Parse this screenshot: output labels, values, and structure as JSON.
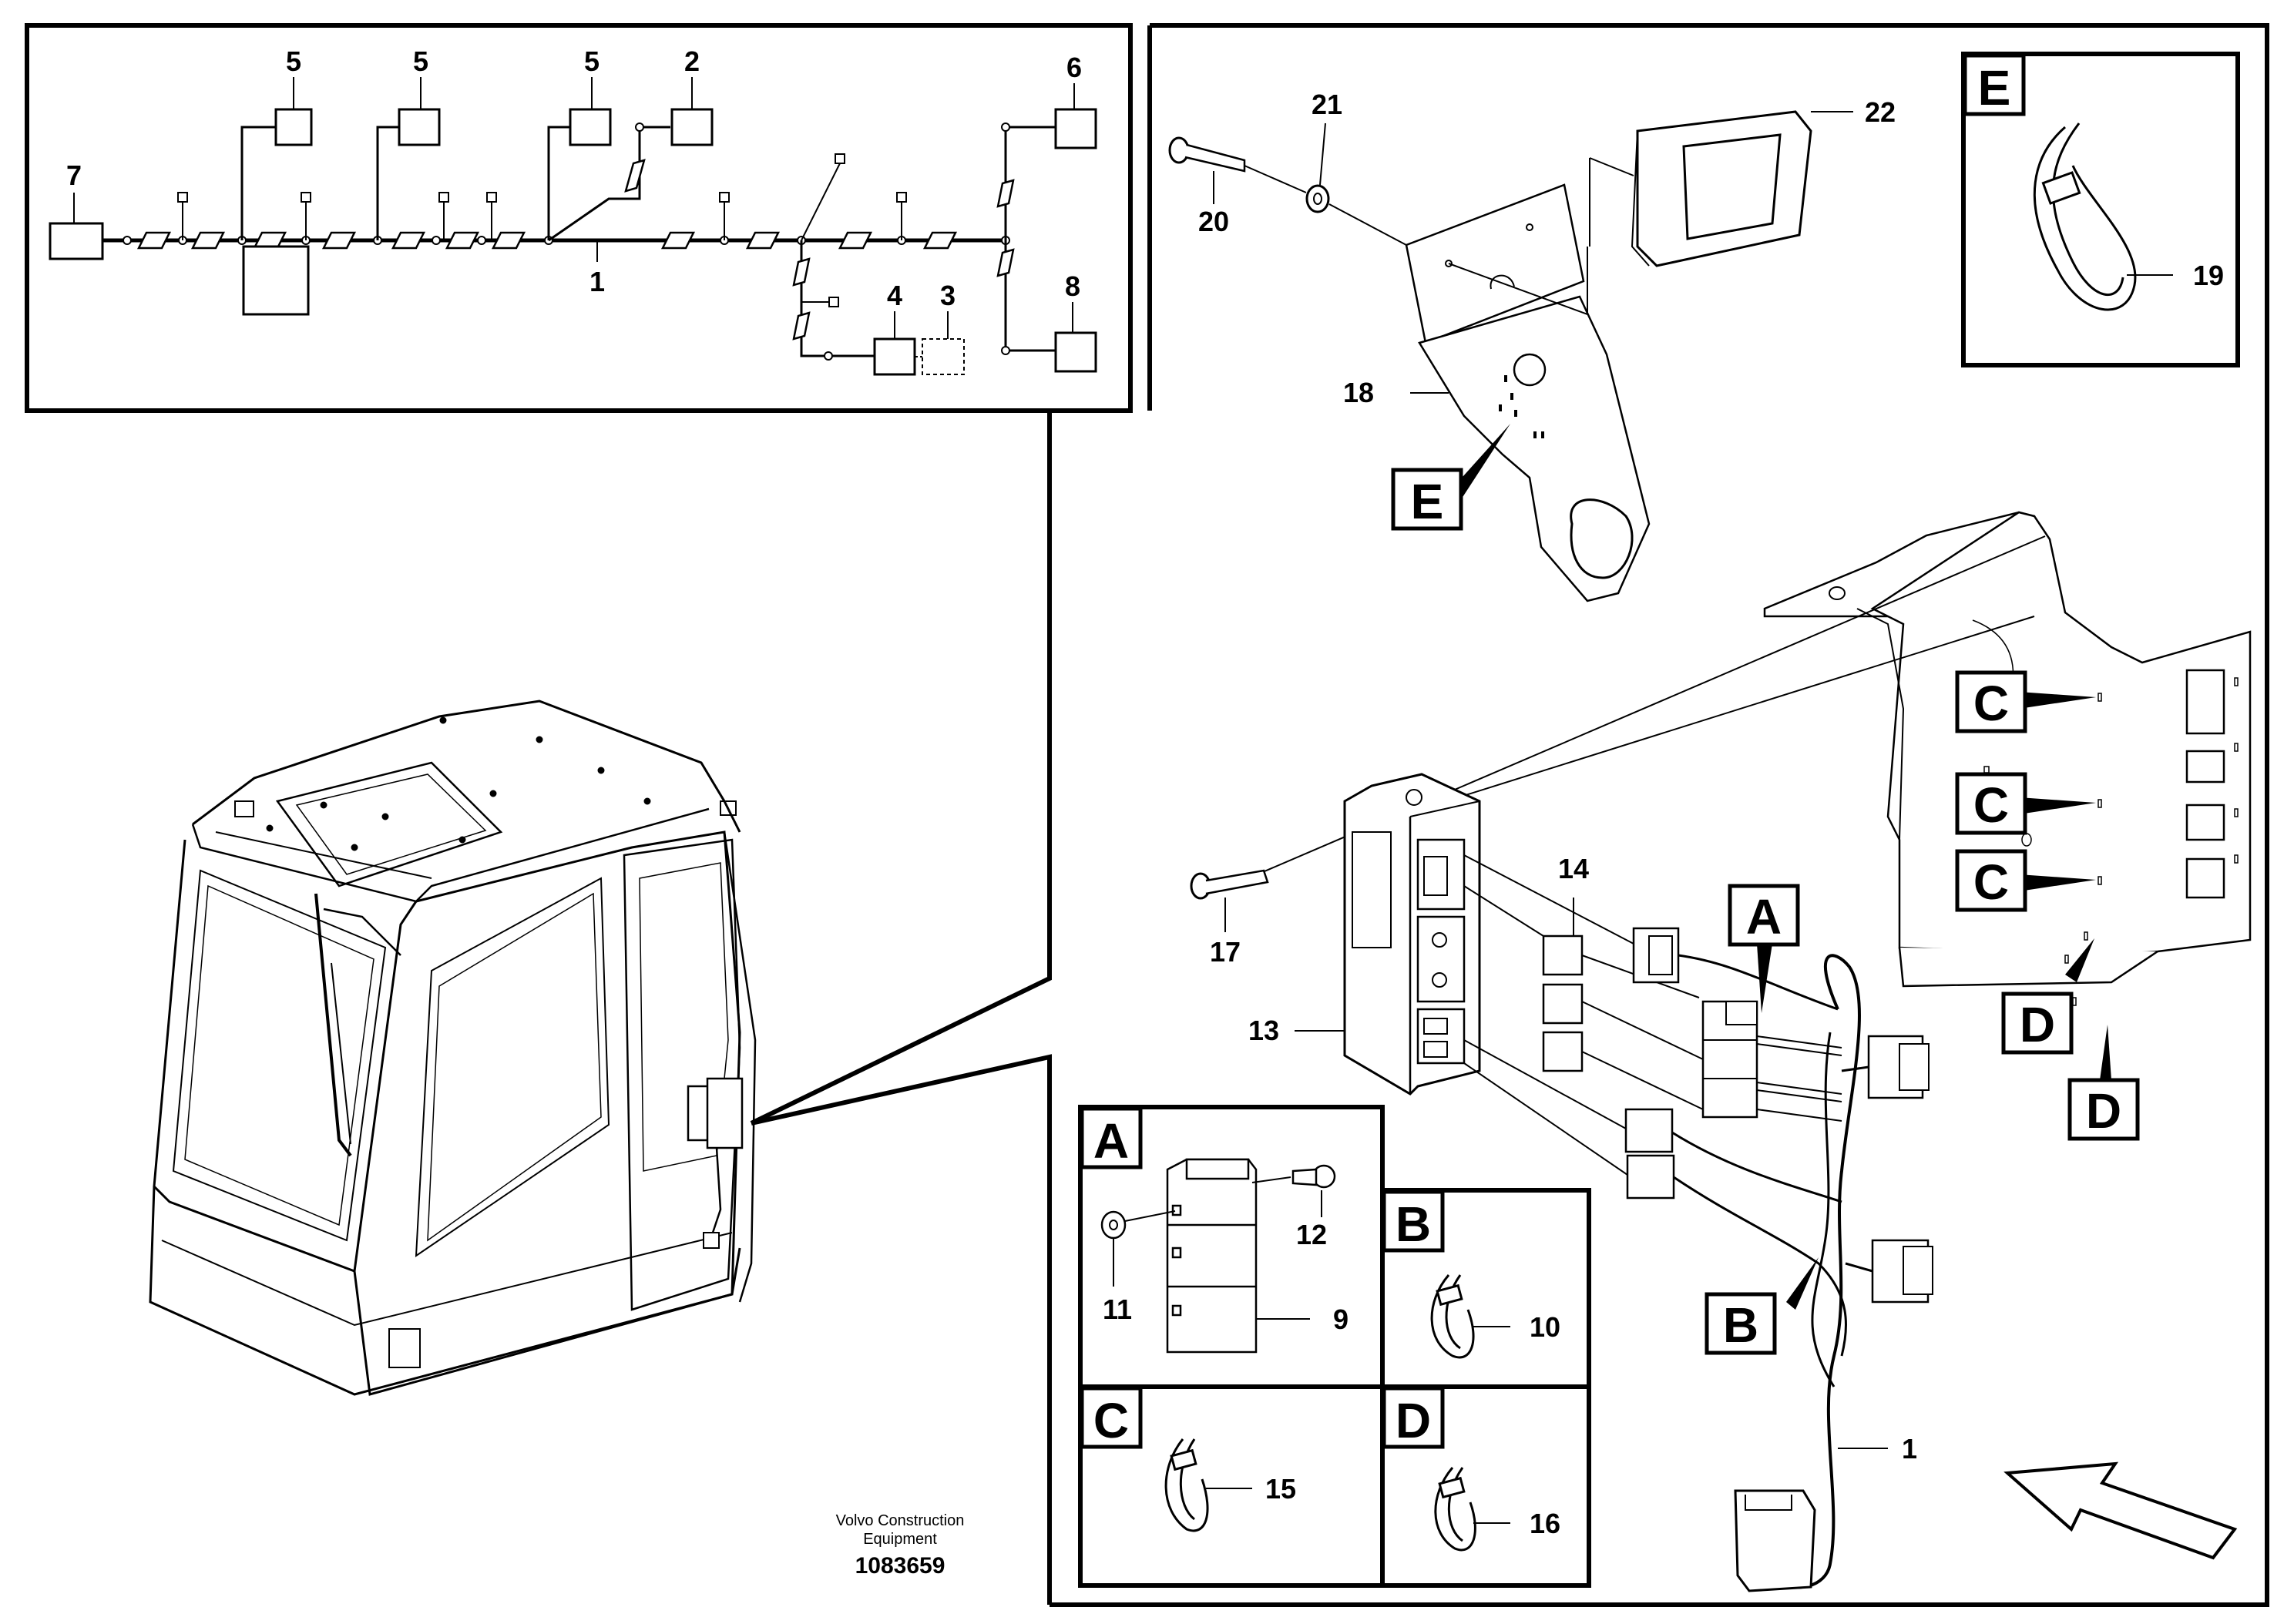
{
  "schematic": {
    "labels": {
      "n1": "1",
      "n2": "2",
      "n3": "3",
      "n4": "4",
      "n5a": "5",
      "n5b": "5",
      "n5c": "5",
      "n6": "6",
      "n7": "7",
      "n8": "8"
    }
  },
  "exploded": {
    "labels": {
      "n1": "1",
      "n13": "13",
      "n14": "14",
      "n17": "17",
      "n18": "18",
      "n20": "20",
      "n21": "21",
      "n22": "22"
    },
    "refs": {
      "a": "A",
      "b": "B",
      "c1": "C",
      "c2": "C",
      "c3": "C",
      "d1": "D",
      "d2": "D",
      "e": "E"
    }
  },
  "details": {
    "e": {
      "letter": "E",
      "part": "19"
    },
    "a": {
      "letter": "A",
      "p9": "9",
      "p11": "11",
      "p12": "12"
    },
    "b": {
      "letter": "B",
      "part": "10"
    },
    "c": {
      "letter": "C",
      "part": "15"
    },
    "d": {
      "letter": "D",
      "part": "16"
    }
  },
  "caption": {
    "company": "Volvo Construction",
    "division": "Equipment",
    "number": "1083659"
  }
}
